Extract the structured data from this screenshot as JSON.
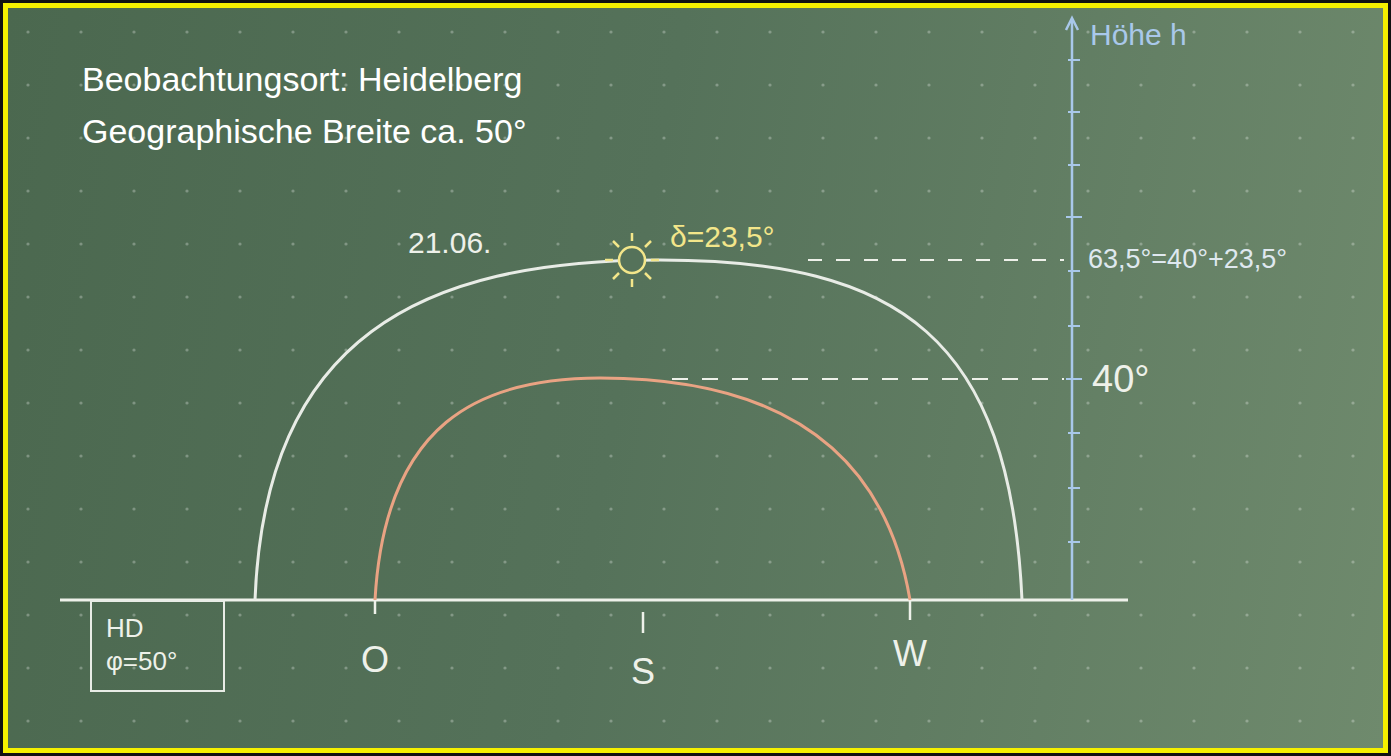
{
  "diagram": {
    "nodes": [
      {
        "text": [
          "HD",
          "φ=50°"
        ]
      }
    ],
    "labels": [
      "Beobachtungsort: Heidelberg",
      "Geographische Breite ca. 50°",
      "Höhe h",
      "21.06.",
      "δ=23,5°",
      "63,5°=40°+23,5°",
      "40°",
      "O",
      "S",
      "W"
    ]
  }
}
